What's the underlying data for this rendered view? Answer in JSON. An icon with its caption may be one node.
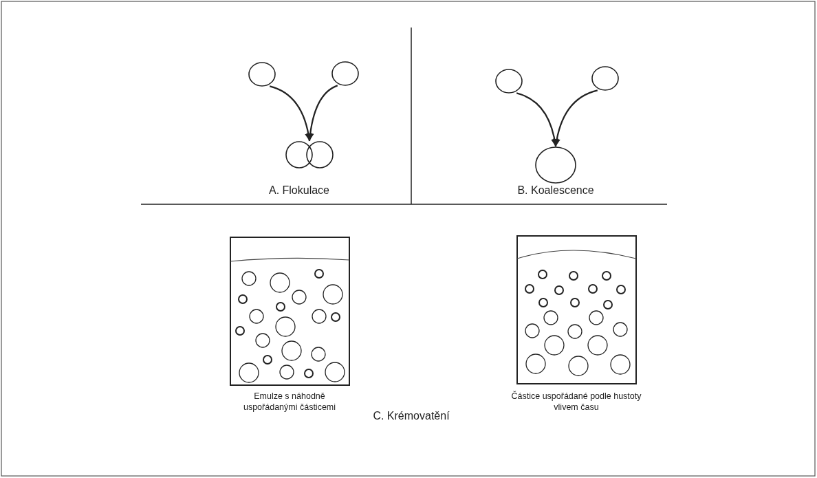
{
  "diagram": {
    "nodes": [
      {
        "text": [],
        "shape": "circle"
      },
      {
        "text": [],
        "shape": "circle"
      },
      {
        "text": [],
        "shape": "circle"
      },
      {
        "text": [],
        "shape": "circle"
      },
      {
        "text": [],
        "shape": "circle"
      },
      {
        "text": [],
        "shape": "circle"
      }
    ],
    "edges": [
      {
        "from": 0,
        "to": 2,
        "arrow": "to"
      },
      {
        "from": 1,
        "to": 2,
        "arrow": "to"
      },
      {
        "from": 3,
        "to": 5,
        "arrow": "to"
      },
      {
        "from": 4,
        "to": 5,
        "arrow": "to"
      }
    ],
    "labels": [
      "A. Flokulace",
      "B. Koalescence",
      "Emulze s náhodně uspořádanými částicemi",
      "Částice uspořádané podle hustoty vlivem času",
      "C. Krémovatění"
    ]
  }
}
